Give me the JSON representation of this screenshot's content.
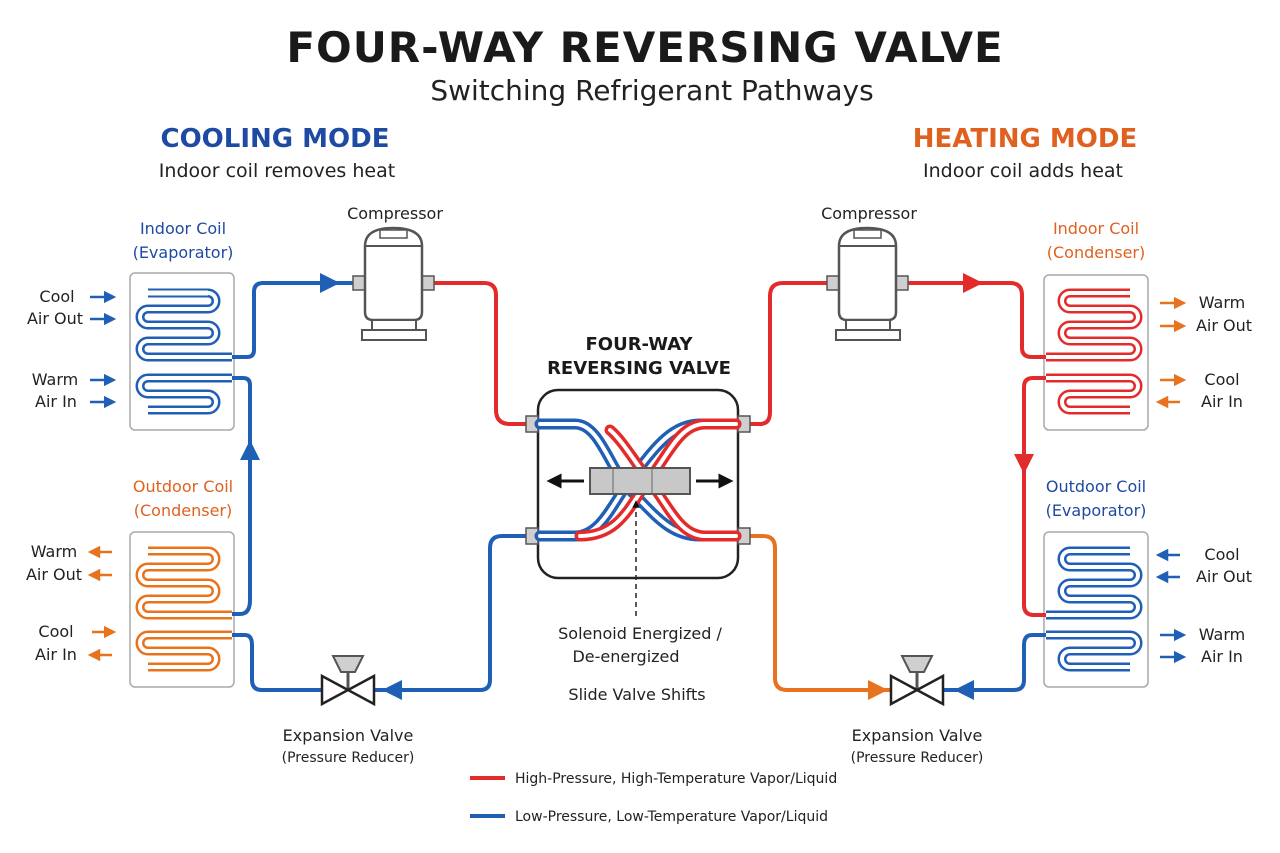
{
  "title": "FOUR-WAY REVERSING VALVE",
  "subtitle": "Switching Refrigerant Pathways",
  "colors": {
    "hot": "#e32b2b",
    "cold": "#1f5fb5",
    "orange": "#e8731e",
    "cooling_title": "#1f4aa3",
    "heating_title": "#e0611f",
    "box_border": "#a9a9a9",
    "gray": "#555555"
  },
  "cooling": {
    "title": "COOLING MODE",
    "desc": "Indoor coil removes heat",
    "indoor_coil": {
      "line1": "Indoor Coil",
      "line2": "(Evaporator)"
    },
    "outdoor_coil": {
      "line1": "Outdoor Coil",
      "line2": "(Condenser)"
    },
    "compressor": "Compressor",
    "expansion_valve": {
      "line1": "Expansion Valve",
      "line2": "(Pressure Reducer)"
    },
    "indoor_air": [
      {
        "line1": "Cool",
        "line2": "Air Out"
      },
      {
        "line1": "Warm",
        "line2": "Air In"
      }
    ],
    "outdoor_air": [
      {
        "line1": "Warm",
        "line2": "Air Out"
      },
      {
        "line1": "Cool",
        "line2": "Air In"
      }
    ]
  },
  "heating": {
    "title": "HEATING MODE",
    "desc": "Indoor coil adds heat",
    "indoor_coil": {
      "line1": "Indoor Coil",
      "line2": "(Condenser)"
    },
    "outdoor_coil": {
      "line1": "Outdoor Coil",
      "line2": "(Evaporator)"
    },
    "compressor": "Compressor",
    "expansion_valve": {
      "line1": "Expansion Valve",
      "line2": "(Pressure Reducer)"
    },
    "indoor_air": [
      {
        "line1": "Warm",
        "line2": "Air Out"
      },
      {
        "line1": "Cool",
        "line2": "Air In"
      }
    ],
    "outdoor_air": [
      {
        "line1": "Cool",
        "line2": "Air Out"
      },
      {
        "line1": "Warm",
        "line2": "Air In"
      }
    ]
  },
  "valve": {
    "label_line1": "FOUR-WAY",
    "label_line2": "REVERSING VALVE",
    "solenoid_line1": "Solenoid Energized /",
    "solenoid_line2": "De-energized",
    "slide_note": "Slide Valve Shifts"
  },
  "legend": [
    {
      "label": "High-Pressure, High-Temperature Vapor/Liquid",
      "color": "#e32b2b"
    },
    {
      "label": "Low-Pressure, Low-Temperature Vapor/Liquid",
      "color": "#1f5fb5"
    }
  ]
}
